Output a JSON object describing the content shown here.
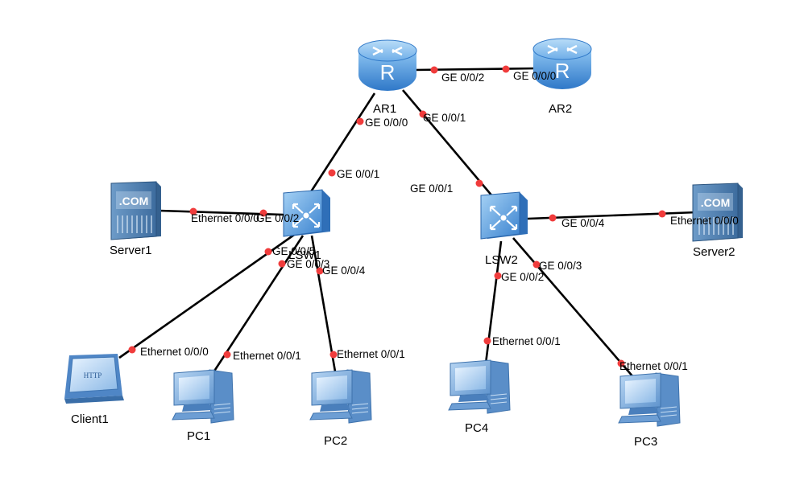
{
  "diagram": {
    "nodes": {
      "ar1": {
        "label": "AR1",
        "type": "router"
      },
      "ar2": {
        "label": "AR2",
        "type": "router"
      },
      "lsw1": {
        "label": "LSW1",
        "type": "switch"
      },
      "lsw2": {
        "label": "LSW2",
        "type": "switch"
      },
      "server1": {
        "label": "Server1",
        "type": "server"
      },
      "server2": {
        "label": "Server2",
        "type": "server"
      },
      "client1": {
        "label": "Client1",
        "type": "http-client"
      },
      "pc1": {
        "label": "PC1",
        "type": "pc"
      },
      "pc2": {
        "label": "PC2",
        "type": "pc"
      },
      "pc3": {
        "label": "PC3",
        "type": "pc"
      },
      "pc4": {
        "label": "PC4",
        "type": "pc"
      }
    },
    "icon_text": {
      "router": "R",
      "server": ".COM",
      "client": "HTTP"
    },
    "links": [
      {
        "from": "AR1",
        "to": "AR2",
        "from_port": "GE 0/0/2",
        "to_port": "GE 0/0/0"
      },
      {
        "from": "AR1",
        "to": "LSW1",
        "from_port": "GE 0/0/0",
        "to_port": "GE 0/0/1"
      },
      {
        "from": "AR1",
        "to": "LSW2",
        "from_port": "GE 0/0/1",
        "to_port": "GE 0/0/1"
      },
      {
        "from": "Server1",
        "to": "LSW1",
        "from_port": "Ethernet 0/0/0",
        "to_port": "GE 0/0/2"
      },
      {
        "from": "LSW1",
        "to": "Client1",
        "from_port": "GE 0/0/5",
        "to_port": "Ethernet 0/0/0"
      },
      {
        "from": "LSW1",
        "to": "PC1",
        "from_port": "GE 0/0/3",
        "to_port": "Ethernet 0/0/1"
      },
      {
        "from": "LSW1",
        "to": "PC2",
        "from_port": "GE 0/0/4",
        "to_port": "Ethernet 0/0/1"
      },
      {
        "from": "LSW2",
        "to": "Server2",
        "from_port": "GE 0/0/4",
        "to_port": "Ethernet 0/0/0"
      },
      {
        "from": "LSW2",
        "to": "PC4",
        "from_port": "GE 0/0/2",
        "to_port": "Ethernet 0/0/1"
      },
      {
        "from": "LSW2",
        "to": "PC3",
        "from_port": "GE 0/0/3",
        "to_port": "Ethernet 0/0/1"
      }
    ]
  },
  "colors": {
    "router": "#5aa0e0",
    "switch": "#4d8fd6",
    "server": "#4a7fb8",
    "pc": "#6f9fd6",
    "link": "#000000",
    "port_dot": "#f03c3c"
  }
}
